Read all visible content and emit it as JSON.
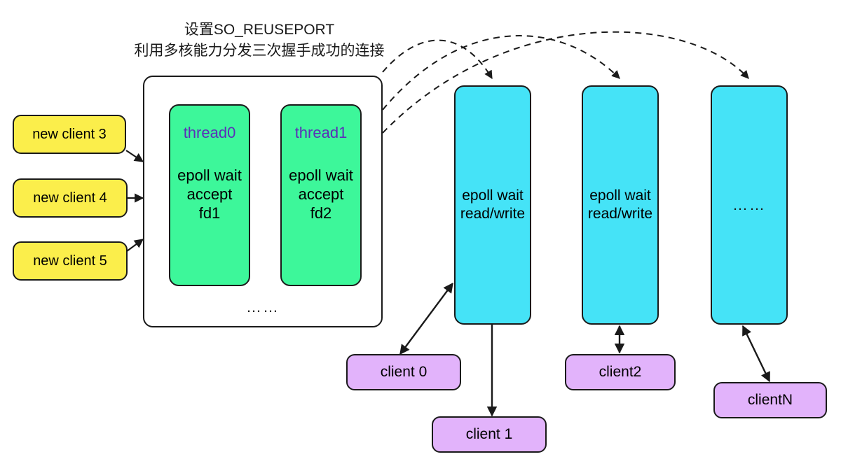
{
  "diagram": {
    "title_lines": [
      "设置SO_REUSEPORT",
      "利用多核能力分发三次握手成功的连接"
    ],
    "colors": {
      "client_new_fill": "#fbee4b",
      "thread_fill": "#3df79a",
      "thread_label": "#5b2fb8",
      "worker_fill": "#45e3f7",
      "client_fill": "#e2b3fb",
      "stroke": "#1a1a1a",
      "background": "#ffffff"
    },
    "new_clients": [
      {
        "label": "new client 3"
      },
      {
        "label": "new client 4"
      },
      {
        "label": "new client 5"
      }
    ],
    "accept_container": {
      "ellipsis": "……",
      "threads": [
        {
          "name": "thread0",
          "lines": [
            "epoll wait",
            "accept",
            "fd1"
          ]
        },
        {
          "name": "thread1",
          "lines": [
            "epoll wait",
            "accept",
            "fd2"
          ]
        }
      ]
    },
    "workers": [
      {
        "lines": [
          "epoll wait",
          "read/write"
        ],
        "ellipsis": ""
      },
      {
        "lines": [
          "epoll wait",
          "read/write"
        ],
        "ellipsis": ""
      },
      {
        "lines": [],
        "ellipsis": "……"
      }
    ],
    "clients": [
      {
        "label": "client 0"
      },
      {
        "label": "client 1"
      },
      {
        "label": "client2"
      },
      {
        "label": "clientN"
      }
    ]
  }
}
